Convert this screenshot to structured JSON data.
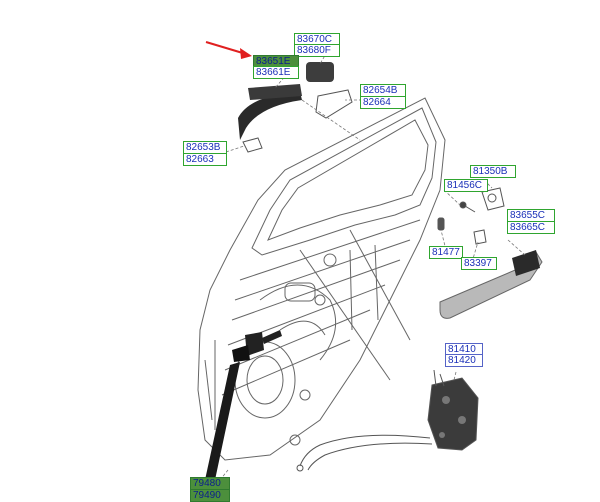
{
  "colors": {
    "label_text": "#1a2fb8",
    "label_border": "#2fa52f",
    "label_highlight": "#4c8f3c",
    "arrow": "#e02020",
    "line_art": "#555555"
  },
  "labels": {
    "l_83670C": "83670C",
    "l_83680F": "83680F",
    "l_83651E": "83651E",
    "l_83661E": "83661E",
    "l_82654B": "82654B",
    "l_82664": "82664",
    "l_82653B": "82653B",
    "l_82663": "82663",
    "l_81350B": "81350B",
    "l_81456C": "81456C",
    "l_83655C": "83655C",
    "l_83665C": "83665C",
    "l_81477": "81477",
    "l_83397": "83397",
    "l_81410": "81410",
    "l_81420": "81420",
    "l_79480": "79480",
    "l_79490": "79490"
  },
  "icons": {
    "pointer": "red-arrow-icon"
  }
}
